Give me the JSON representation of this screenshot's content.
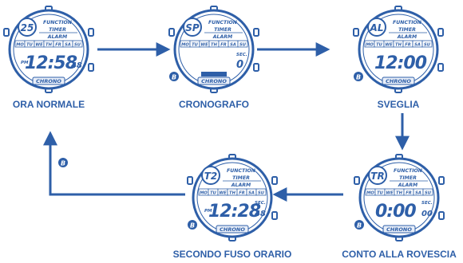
{
  "colors": {
    "accent": "#2e5fa8",
    "light": "#e8eef8",
    "arrow": "#2e5fa8"
  },
  "common": {
    "function_label": "FUNCTION",
    "timer_label": "TIMER",
    "alarm_label": "ALARM",
    "chrono_label": "CHRONO",
    "days": [
      "MO",
      "TU",
      "WE",
      "TH",
      "FR",
      "SA",
      "SU"
    ],
    "button_label": "B"
  },
  "watches": [
    {
      "id": "normal",
      "mode": "25",
      "time": "12:58",
      "small": "48",
      "pm": "PM",
      "sec": "",
      "caption": "ORA NORMALE"
    },
    {
      "id": "chrono",
      "mode": "SP",
      "time": "",
      "small": "0",
      "pm": "",
      "sec": "SEC.",
      "caption": "CRONOGRAFO"
    },
    {
      "id": "alarm",
      "mode": "AL",
      "time": "12:00",
      "small": "",
      "pm": "",
      "sec": "",
      "caption": "SVEGLIA"
    },
    {
      "id": "countdown",
      "mode": "TR",
      "time": "0:00",
      "small": "00",
      "pm": "",
      "sec": "SEC.",
      "caption": "CONTO ALLA ROVESCIA"
    },
    {
      "id": "dualtime",
      "mode": "T2",
      "time": "12:28",
      "small": "48",
      "pm": "PM",
      "sec": "SEC.",
      "caption": "SECONDO FUSO ORARIO"
    }
  ]
}
